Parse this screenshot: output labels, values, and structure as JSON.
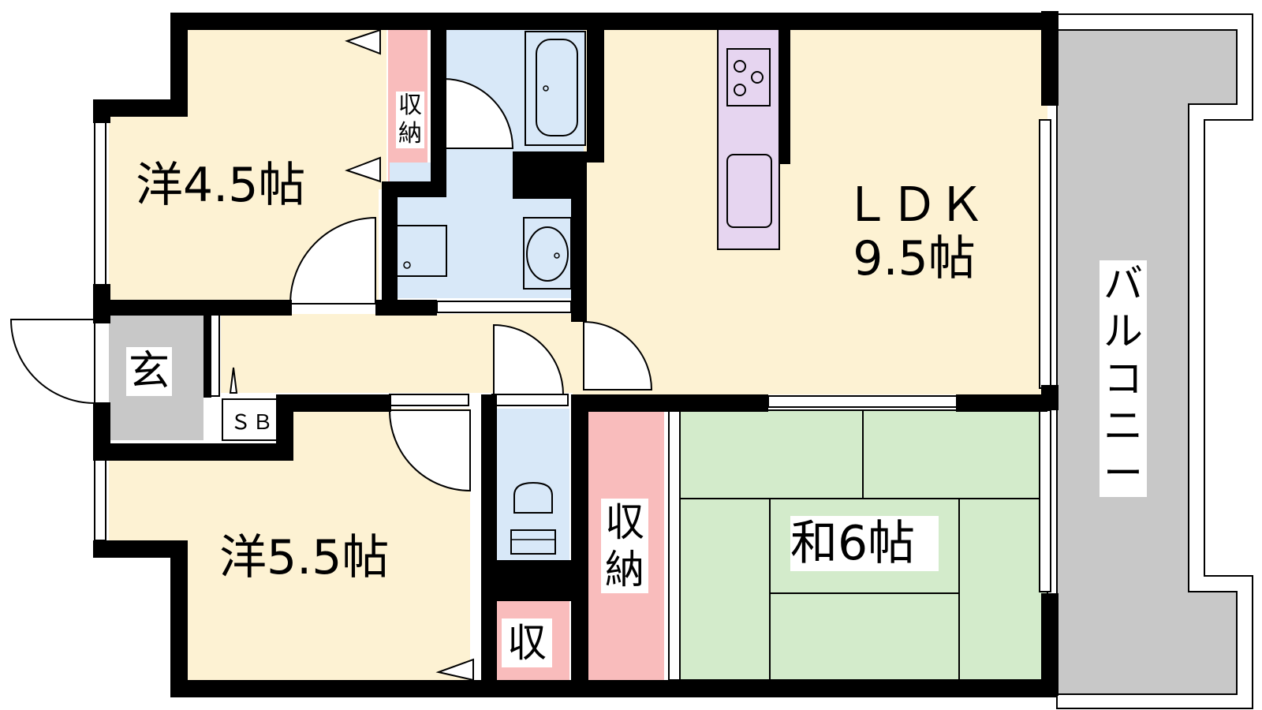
{
  "rooms": {
    "western_a": {
      "label": "洋4.5帖"
    },
    "western_b": {
      "label": "洋5.5帖"
    },
    "ldk": {
      "name": "ＬＤＫ",
      "size": "9.5帖"
    },
    "japanese": {
      "label": "和6帖"
    },
    "entrance": {
      "label": "玄"
    },
    "shoe_box": {
      "label": "ＳＢ"
    },
    "storage_top": {
      "chars": [
        "収",
        "納"
      ]
    },
    "storage_mid": {
      "chars": [
        "収",
        "納"
      ]
    },
    "storage_small": {
      "label": "収"
    },
    "balcony": {
      "chars": [
        "バ",
        "ル",
        "コ",
        "ニ",
        "ー"
      ]
    }
  },
  "colors": {
    "wall": "#000000",
    "western_floor": "#fdf2d3",
    "wet_area": "#d8e8f8",
    "storage": "#f9bcbc",
    "kitchen": "#e6d5f0",
    "tatami": "#d3ebcb",
    "entrance": "#c8c8c8",
    "balcony": "#c8c8c8"
  }
}
